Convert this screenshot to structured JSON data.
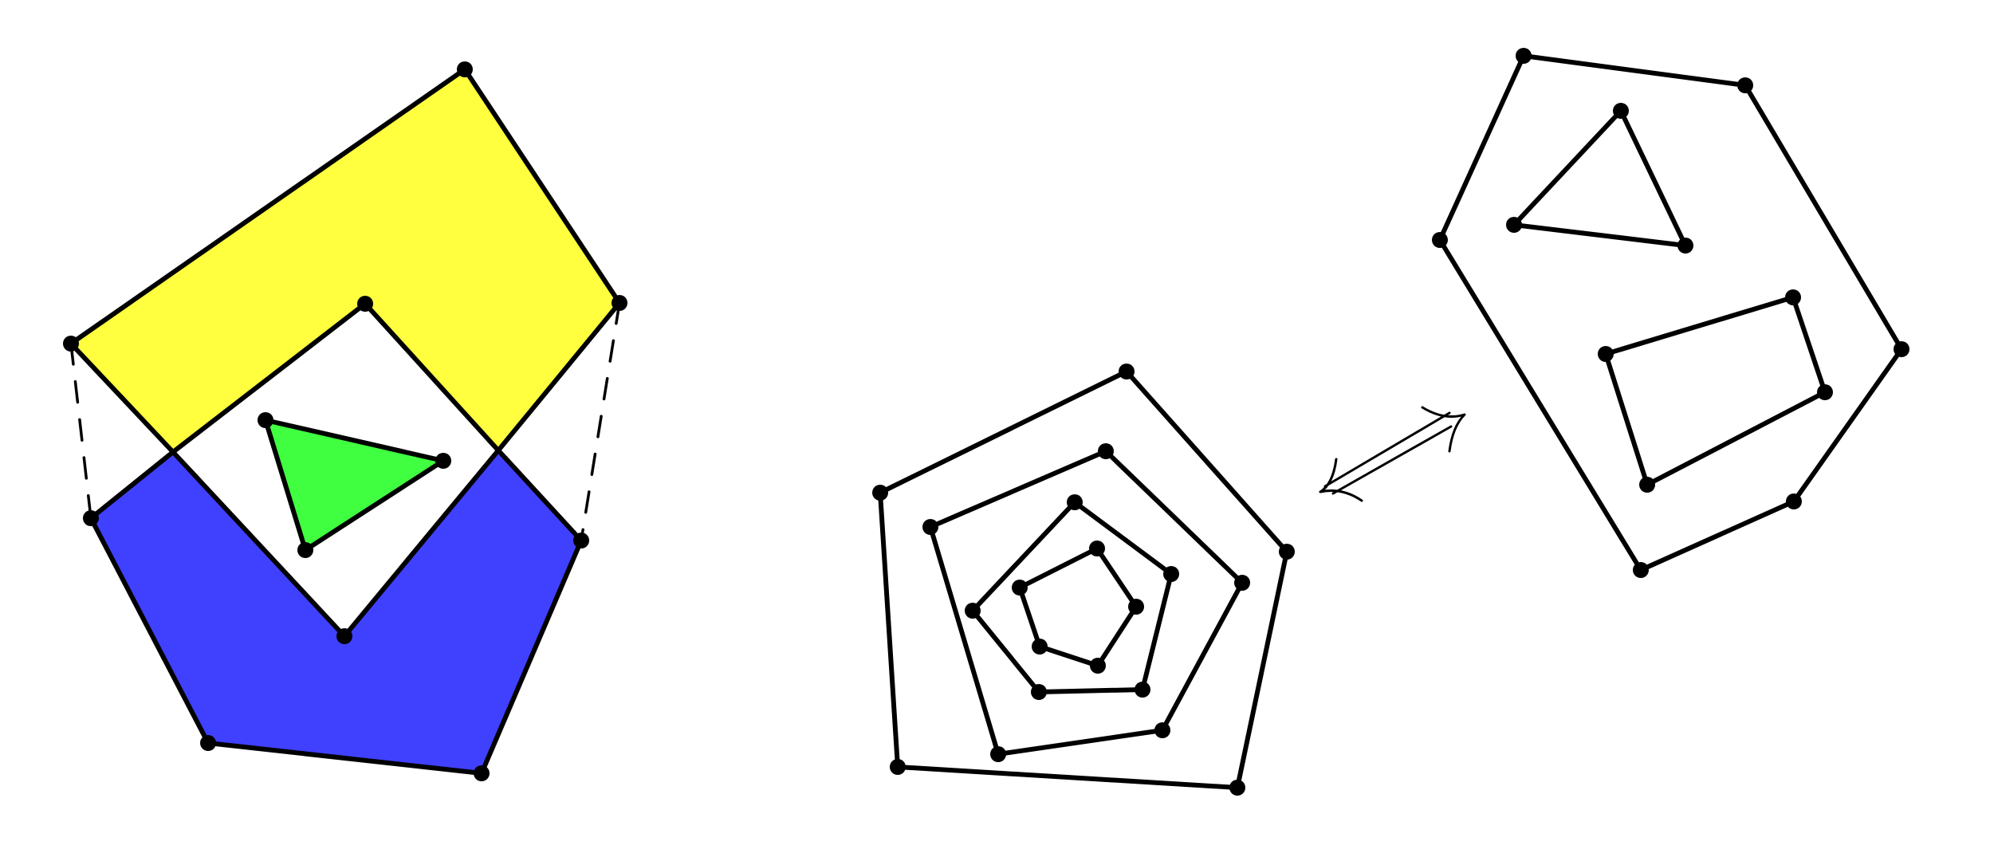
{
  "figures": {
    "left": {
      "yellow_region": {
        "color": "#ffff40"
      },
      "blue_region": {
        "color": "#4040ff"
      },
      "hole_triangle": {
        "color": "#40ff40"
      }
    },
    "middle": {
      "layers": [
        {
          "name": "outer-pentagon",
          "color": "#c080ff"
        },
        {
          "name": "second-pentagon",
          "color": "#40ff9a"
        },
        {
          "name": "third-pentagon",
          "color": "#40a0ff"
        },
        {
          "name": "inner-pentagon",
          "color": "#ffff80"
        }
      ]
    },
    "arrow": {
      "type": "double-arrow",
      "icon": "double-arrow-icon"
    },
    "right": {
      "hexagon": {
        "color": "#9b59ff"
      },
      "triangle": {
        "color": "#5b7fff"
      },
      "quadrilateral": {
        "color": "#30ccff"
      }
    }
  },
  "colors": {
    "stroke": "#000000",
    "background": "#ffffff"
  }
}
